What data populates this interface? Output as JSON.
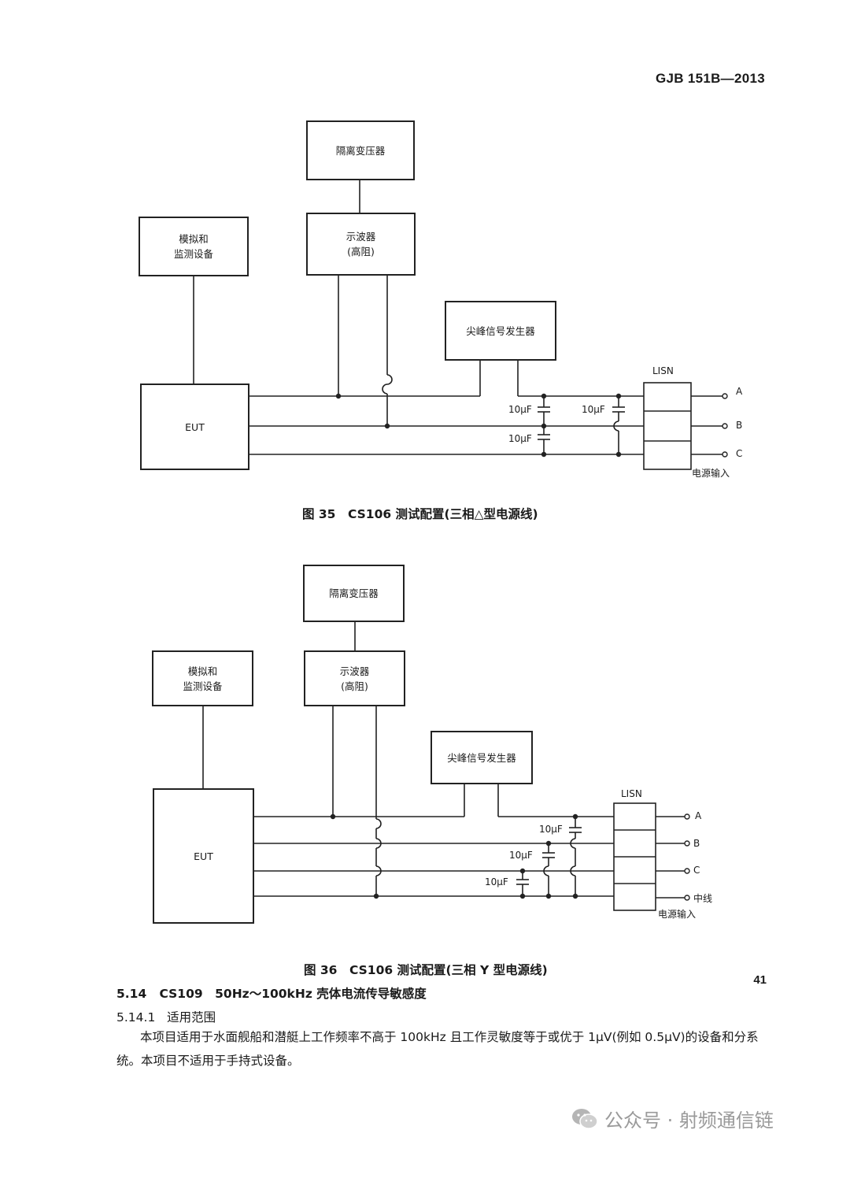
{
  "header": {
    "standard_code": "GJB 151B—2013"
  },
  "figure35": {
    "blocks": {
      "isolation_transformer": [
        "隔离变压器"
      ],
      "monitor_equipment": [
        "模拟和",
        "监测设备"
      ],
      "oscilloscope": [
        "示波器",
        "(高阻)"
      ],
      "spike_generator": [
        "尖峰信号发生器"
      ],
      "eut": [
        "EUT"
      ]
    },
    "lisn_label": "LISN",
    "capacitors": [
      "10μF",
      "10μF",
      "10μF"
    ],
    "terminals": [
      "A",
      "B",
      "C"
    ],
    "power_input": "电源输入",
    "caption": "图 35　CS106 测试配置(三相△型电源线)"
  },
  "figure36": {
    "blocks": {
      "isolation_transformer": [
        "隔离变压器"
      ],
      "monitor_equipment": [
        "模拟和",
        "监测设备"
      ],
      "oscilloscope": [
        "示波器",
        "(高阻)"
      ],
      "spike_generator": [
        "尖峰信号发生器"
      ],
      "eut": [
        "EUT"
      ]
    },
    "lisn_label": "LISN",
    "capacitors": [
      "10μF",
      "10μF",
      "10μF"
    ],
    "terminals": [
      "A",
      "B",
      "C",
      "中线"
    ],
    "power_input": "电源输入",
    "caption": "图 36　CS106 测试配置(三相 Y 型电源线)"
  },
  "section": {
    "number": "5.14",
    "title": "CS109　50Hz～100kHz 壳体电流传导敏感度",
    "subsection_number": "5.14.1",
    "subsection_title": "适用范围",
    "paragraph": "本项目适用于水面舰船和潜艇上工作频率不高于 100kHz 且工作灵敏度等于或优于 1μV(例如 0.5μV)的设备和分系统。本项目不适用于手持式设备。"
  },
  "page_number": "41",
  "watermark": {
    "icon": "wechat-icon",
    "text": "公众号 · 射频通信链"
  }
}
